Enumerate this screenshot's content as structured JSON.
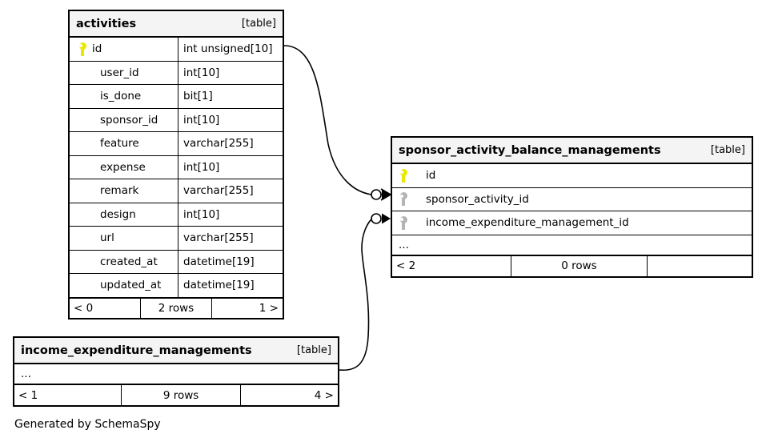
{
  "diagram": {
    "kind": "entity-relationship-diagram",
    "credit": "Generated by SchemaSpy",
    "table_tag": "[table]",
    "ellipsis": "...",
    "colors": {
      "primary_key_icon": "#e8e800",
      "foreign_key_icon": "#b4b4b4",
      "table_header_background": "#f4f4f4",
      "border": "#000000",
      "page_background": "#ffffff"
    }
  },
  "tables": {
    "activities": {
      "name": "activities",
      "tag": "[table]",
      "columns": [
        {
          "key": "pk",
          "name": "id",
          "type": "int unsigned[10]"
        },
        {
          "key": "none",
          "name": "user_id",
          "type": "int[10]"
        },
        {
          "key": "none",
          "name": "is_done",
          "type": "bit[1]"
        },
        {
          "key": "none",
          "name": "sponsor_id",
          "type": "int[10]"
        },
        {
          "key": "none",
          "name": "feature",
          "type": "varchar[255]"
        },
        {
          "key": "none",
          "name": "expense",
          "type": "int[10]"
        },
        {
          "key": "none",
          "name": "remark",
          "type": "varchar[255]"
        },
        {
          "key": "none",
          "name": "design",
          "type": "int[10]"
        },
        {
          "key": "none",
          "name": "url",
          "type": "varchar[255]"
        },
        {
          "key": "none",
          "name": "created_at",
          "type": "datetime[19]"
        },
        {
          "key": "none",
          "name": "updated_at",
          "type": "datetime[19]"
        }
      ],
      "footer": {
        "left": "< 0",
        "middle": "2 rows",
        "right": "1 >"
      }
    },
    "sponsor_activity_balance_managements": {
      "name": "sponsor_activity_balance_managements",
      "tag": "[table]",
      "columns": [
        {
          "key": "pk",
          "name": "id",
          "type": ""
        },
        {
          "key": "fk",
          "name": "sponsor_activity_id",
          "type": ""
        },
        {
          "key": "fk",
          "name": "income_expenditure_management_id",
          "type": ""
        }
      ],
      "has_more": true,
      "footer": {
        "left": "< 2",
        "middle": "0 rows",
        "right": ""
      }
    },
    "income_expenditure_managements": {
      "name": "income_expenditure_managements",
      "tag": "[table]",
      "columns": [],
      "has_more": true,
      "footer": {
        "left": "< 1",
        "middle": "9 rows",
        "right": "4 >"
      }
    }
  },
  "relationships": [
    {
      "name": "activities-id-to-sponsor-activity-id",
      "from_table": "activities",
      "from_column": "id",
      "to_table": "sponsor_activity_balance_managements",
      "to_column": "sponsor_activity_id",
      "notation": "zero-or-many"
    },
    {
      "name": "income-expenditure-to-income-expenditure-management-id",
      "from_table": "income_expenditure_managements",
      "from_column": "...",
      "to_table": "sponsor_activity_balance_managements",
      "to_column": "income_expenditure_management_id",
      "notation": "zero-or-many"
    }
  ]
}
